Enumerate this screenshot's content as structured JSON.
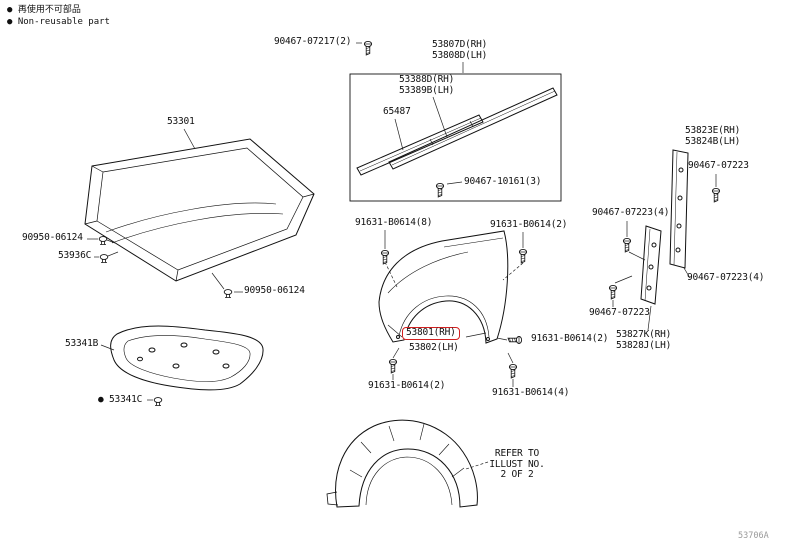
{
  "legend": {
    "line1": "● 再使用不可部品",
    "line2": "● Non-reusable part"
  },
  "labels": [
    {
      "text": "90467-07217(2)"
    },
    {
      "text": "53807D(RH)\n53808D(LH)"
    },
    {
      "text": "53388D(RH)\n53389B(LH)"
    },
    {
      "text": "65487"
    },
    {
      "text": "90467-10161(3)"
    },
    {
      "text": "53301"
    },
    {
      "text": "90950-06124"
    },
    {
      "text": "53936C"
    },
    {
      "text": "90950-06124"
    },
    {
      "text": "53341B"
    },
    {
      "text": "● 53341C"
    },
    {
      "text": "91631-B0614(8)"
    },
    {
      "text": "91631-B0614(2)"
    },
    {
      "text": "90467-07223(4)"
    },
    {
      "text": "53823E(RH)\n53824B(LH)"
    },
    {
      "text": "90467-07223"
    },
    {
      "text": "90467-07223(4)"
    },
    {
      "text": "90467-07223"
    },
    {
      "text": "53801(RH)"
    },
    {
      "text": "53802(LH)"
    },
    {
      "text": "91631-B0614(2)"
    },
    {
      "text": "53827K(RH)\n53828J(LH)"
    },
    {
      "text": "91631-B0614(2)"
    },
    {
      "text": "91631-B0614(4)"
    },
    {
      "text": "REFER TO\nILLUST NO.\n2 OF 2"
    }
  ],
  "drawing_code": "53706A",
  "highlight_color": "#d22020"
}
